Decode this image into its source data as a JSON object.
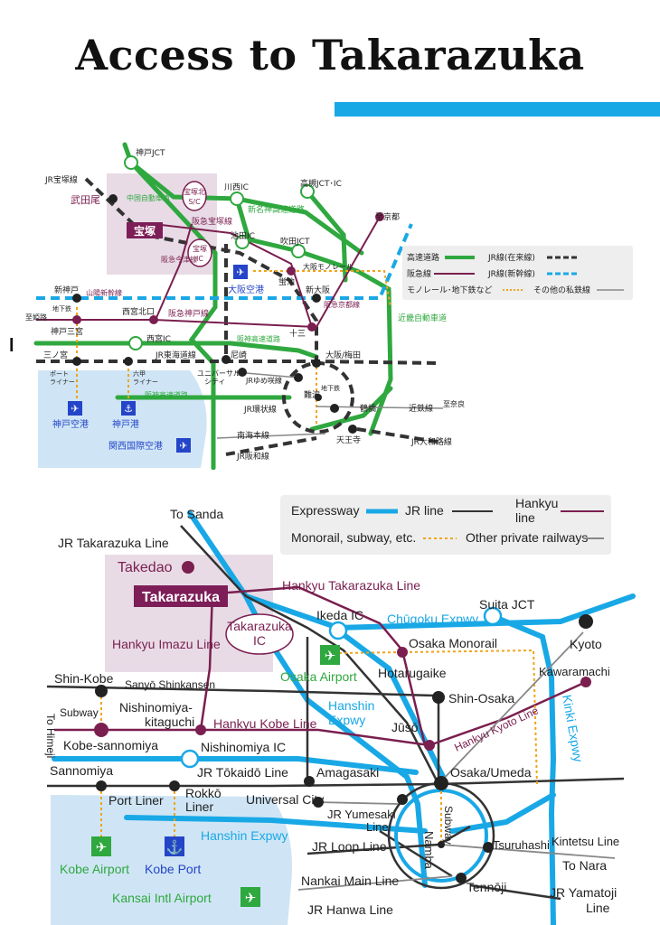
{
  "header": {
    "title": "Access to Takarazuka",
    "accent_color": "#19a8e6",
    "stray_mark": "l"
  },
  "colors": {
    "expressway": "#2fa83f",
    "expressway_en": "#19a8e6",
    "hankyu": "#7a1f4f",
    "jr": "#333333",
    "shinkansen": "#19a8e6",
    "monorail": "#f0a41a",
    "private": "#888888",
    "sea": "#cfe5f5",
    "area": "#e8dbe6",
    "takarazuka_box": "#7d1e58",
    "airport_en": "#2fa83f",
    "port": "#2445c8"
  },
  "jp_map": {
    "legend": {
      "expressway": "高速道路",
      "jr_conventional": "JR線(在来線)",
      "hankyu": "阪急線",
      "jr_shinkansen": "JR線(新幹線)",
      "monorail_subway": "モノレール･地下鉄など",
      "other_private": "その他の私鉄線"
    },
    "labels": {
      "kobe_jct": "神戸JCT",
      "jr_takarazuka_line": "JR宝塚線",
      "takedao": "武田尾",
      "chugoku_expwy": "中国自動車道",
      "takarazuka_kita_sic": "宝塚北",
      "sic": "S/C",
      "kawanishi_ic": "川西IC",
      "takatsuki_jct": "高槻JCT･IC",
      "shin_meishin": "新名神高速道路",
      "to_kyoto": "至京都",
      "takarazuka": "宝塚",
      "hankyu_takarazuka_line": "阪急宝塚線",
      "takarazuka_ic1": "宝塚",
      "takarazuka_ic2": "IC",
      "ikeda_ic": "池田IC",
      "suita_jct": "吹田JCT",
      "osaka_monorail": "大阪モノレール",
      "hankyu_imazu_line": "阪急今津線",
      "osaka_airport": "大阪空港",
      "hotarugaike": "蛍池",
      "kobe_line_station": "新神戸",
      "sanyo_shinkansen": "山陽新幹線",
      "shin_osaka": "新大阪",
      "hankyu_kyoto_line": "阪急京都線",
      "to_himeji": "至姫路",
      "subway": "地下鉄",
      "nishinomiya_kitaguchi": "西宮北口",
      "hankyu_kobe_line": "阪急神戸線",
      "kobe_sannomiya": "神戸三宮",
      "juso": "十三",
      "kinki_expwy": "近畿自動車道",
      "nishinomiya_ic": "西宮IC",
      "hanshin_expwy": "阪神高速道路",
      "sannomiya": "三ノ宮",
      "jr_tokaido": "JR東海道線",
      "amagasaki": "尼崎",
      "osaka_umeda": "大阪/梅田",
      "port_liner": "ポート",
      "port_liner2": "ライナー",
      "rokko_liner": "六甲",
      "rokko_liner2": "ライナー",
      "universal_city": "ユニバーサル",
      "universal_city2": "シティ",
      "jr_yumesaki": "JRゆめ咲線",
      "hanshin_expwy2": "阪神高速道路",
      "kobe_airport": "神戸空港",
      "kobe_port": "神戸港",
      "jr_loop": "JR環状線",
      "namba": "難波",
      "chika": "地下鉄",
      "tsuruhashi": "鶴橋",
      "kintetsu": "近鉄線",
      "to_nara": "至奈良",
      "nankai": "南海本線",
      "tennoji": "天王寺",
      "kansai_airport": "関西国際空港",
      "jr_hanwa": "JR阪和線",
      "jr_yamatoji": "JR大和路線"
    }
  },
  "en_map": {
    "legend": {
      "expressway": "Expressway",
      "jr_line": "JR line",
      "hankyu_line1": "Hankyu",
      "hankyu_line2": "line",
      "monorail": "Monorail, subway, etc.",
      "other_private": "Other private railways"
    },
    "labels": {
      "to_sanda": "To Sanda",
      "jr_takarazuka_line": "JR Takarazuka Line",
      "takedao": "Takedao",
      "takarazuka": "Takarazuka",
      "hankyu_takarazuka_line": "Hankyu Takarazuka Line",
      "takarazuka_ic1": "Takarazuka",
      "takarazuka_ic2": "IC",
      "hankyu_imazu_line": "Hankyu Imazu Line",
      "ikeda_ic": "Ikeda IC",
      "chugoku_expwy": "Chūgoku Expwy",
      "suita_jct": "Suita JCT",
      "kyoto": "Kyoto",
      "osaka_monorail": "Osaka Monorail",
      "osaka_airport": "Osaka Airport",
      "hotarugaike": "Hotarugaike",
      "kawaramachi": "Kawaramachi",
      "shin_kobe": "Shin-Kobe",
      "sanyo_shinkansen": "Sanyō Shinkansen",
      "hanshin_expwy_top1": "Hanshin",
      "hanshin_expwy_top2": "Expwy",
      "shin_osaka": "Shin-Osaka",
      "to_himeji": "To Himeji",
      "subway": "Subway",
      "nishinomiya_kitaguchi1": "Nishinomiya-",
      "nishinomiya_kitaguchi2": "kitaguchi",
      "hankyu_kobe_line": "Hankyu Kobe Line",
      "juso": "Jūsō",
      "hankyu_kyoto_line": "Hankyu Kyoto Line",
      "kinki_expwy": "Kinki Expwy",
      "kobe_sannomiya": "Kobe-sannomiya",
      "nishinomiya_ic": "Nishinomiya IC",
      "sannomiya": "Sannomiya",
      "jr_tokaido_line": "JR Tōkaidō Line",
      "amagasaki": "Amagasaki",
      "osaka_umeda": "Osaka/Umeda",
      "port_liner": "Port Liner",
      "rokko_liner1": "Rokkō",
      "rokko_liner2": "Liner",
      "universal_city": "Universal City",
      "jr_yumesaki1": "JR Yumesaki",
      "jr_yumesaki2": "Line",
      "subway_v": "Subway",
      "hanshin_expwy": "Hanshin Expwy",
      "namba": "Namba",
      "tsuruhashi": "Tsuruhashi",
      "kintetsu_line": "Kintetsu Line",
      "jr_loop_line": "JR Loop Line",
      "to_nara": "To Nara",
      "kobe_airport": "Kobe Airport",
      "kobe_port": "Kobe Port",
      "nankai_main_line": "Nankai Main Line",
      "tennoji": "Tennōji",
      "kansai_airport": "Kansai Intl Airport",
      "jr_hanwa_line": "JR Hanwa Line",
      "jr_yamatoji1": "JR Yamatoji",
      "jr_yamatoji2": "Line"
    }
  }
}
